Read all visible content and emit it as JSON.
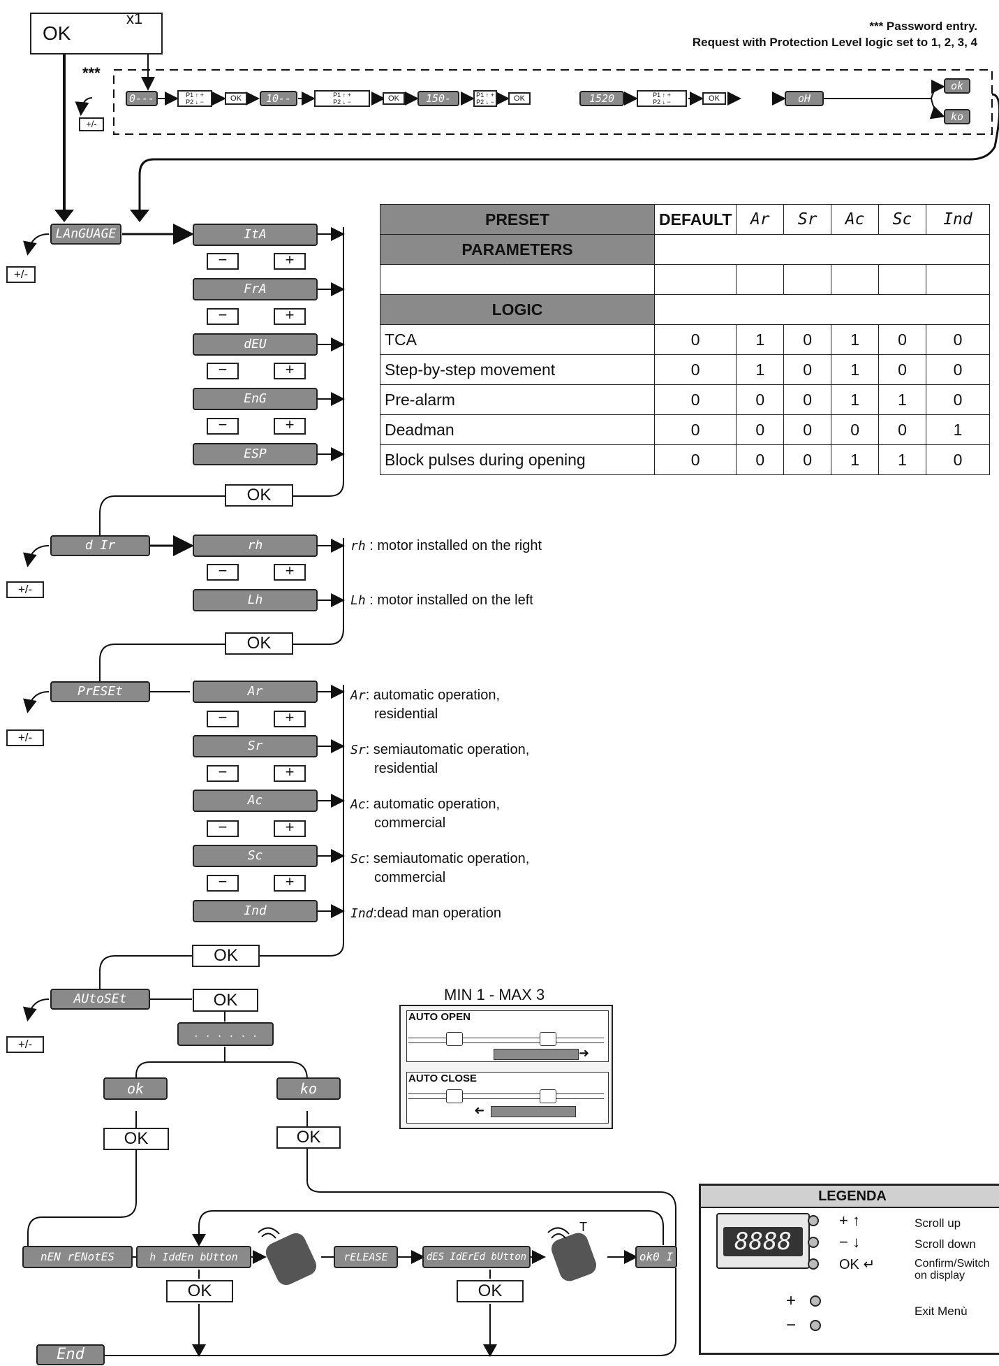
{
  "header": {
    "ok_label": "OK",
    "x1_label": "x1",
    "note_line1": "*** Password entry.",
    "note_line2": "Request with Protection Level logic set to 1, 2, 3, 4",
    "stars": "***"
  },
  "password": {
    "steps": [
      "0---",
      "10--",
      "150-",
      "1520"
    ],
    "ok_label": "OK",
    "result": "oH",
    "ok_out": "ok",
    "ko_out": "ko",
    "keys_line1": "P1 ↑ +",
    "keys_line2": "P2 ↓ −",
    "plusminus": "+/-"
  },
  "language": {
    "menu": "LAnGUAGE",
    "options": [
      "ItA",
      "FrA",
      "dEU",
      "EnG",
      "ESP"
    ],
    "ok_label": "OK",
    "plusminus": "+/-"
  },
  "direction": {
    "menu": "d Ir",
    "options": [
      "rh",
      "Lh"
    ],
    "descriptions": [
      {
        "code": "rh",
        "text": " : motor installed on the right"
      },
      {
        "code": "Lh",
        "text": " : motor installed on the left"
      }
    ],
    "ok_label": "OK",
    "plusminus": "+/-"
  },
  "preset": {
    "menu": "PrESEt",
    "options": [
      "Ar",
      "Sr",
      "Ac",
      "Sc",
      "Ind"
    ],
    "descriptions": [
      {
        "code": "Ar",
        "line1": ": automatic operation,",
        "line2": "residential"
      },
      {
        "code": "Sr",
        "line1": ": semiautomatic operation,",
        "line2": "residential"
      },
      {
        "code": "Ac",
        "line1": ": automatic operation,",
        "line2": "commercial"
      },
      {
        "code": "Sc",
        "line1": ": semiautomatic operation,",
        "line2": "commercial"
      },
      {
        "code": "Ind",
        "line1": ":dead man operation",
        "line2": ""
      }
    ],
    "ok_label": "OK",
    "plusminus": "+/-"
  },
  "table": {
    "header": [
      "PRESET",
      "DEFAULT",
      "Ar",
      "Sr",
      "Ac",
      "Sc",
      "Ind"
    ],
    "parameters_label": "PARAMETERS",
    "logic_label": "LOGIC",
    "rows": [
      {
        "name": "TCA",
        "values": [
          "0",
          "1",
          "0",
          "1",
          "0",
          "0"
        ]
      },
      {
        "name": "Step-by-step movement",
        "values": [
          "0",
          "1",
          "0",
          "1",
          "0",
          "0"
        ]
      },
      {
        "name": "Pre-alarm",
        "values": [
          "0",
          "0",
          "0",
          "1",
          "1",
          "0"
        ]
      },
      {
        "name": "Deadman",
        "values": [
          "0",
          "0",
          "0",
          "0",
          "0",
          "1"
        ]
      },
      {
        "name": "Block pulses during opening",
        "values": [
          "0",
          "0",
          "0",
          "1",
          "1",
          "0"
        ]
      }
    ]
  },
  "autoset": {
    "menu": "AUtoSEt",
    "ok_label": "OK",
    "progress": ". . .   . . .",
    "ok_result": "ok",
    "ko_result": "ko",
    "plusminus": "+/-",
    "cycles_title": "MIN 1 - MAX 3",
    "auto_open": "AUTO OPEN",
    "auto_close": "AUTO CLOSE"
  },
  "remotes": {
    "menu": "nEN rENotES",
    "hidden": "h IddEn bUtton",
    "release": "rELEASE",
    "desired": "dES IdErEd bUtton",
    "result": "ok0 I",
    "ok_label": "OK",
    "end": "End"
  },
  "legend": {
    "title": "LEGENDA",
    "display_digits": "8888",
    "rows": [
      {
        "key": "+ ↑",
        "text": "Scroll up"
      },
      {
        "key": "− ↓",
        "text": "Scroll down"
      },
      {
        "key": "OK ↵",
        "text": "Confirm/Switch",
        "text2": "on display"
      }
    ],
    "exit": "Exit Menù",
    "plus": "+",
    "minus": "−"
  }
}
